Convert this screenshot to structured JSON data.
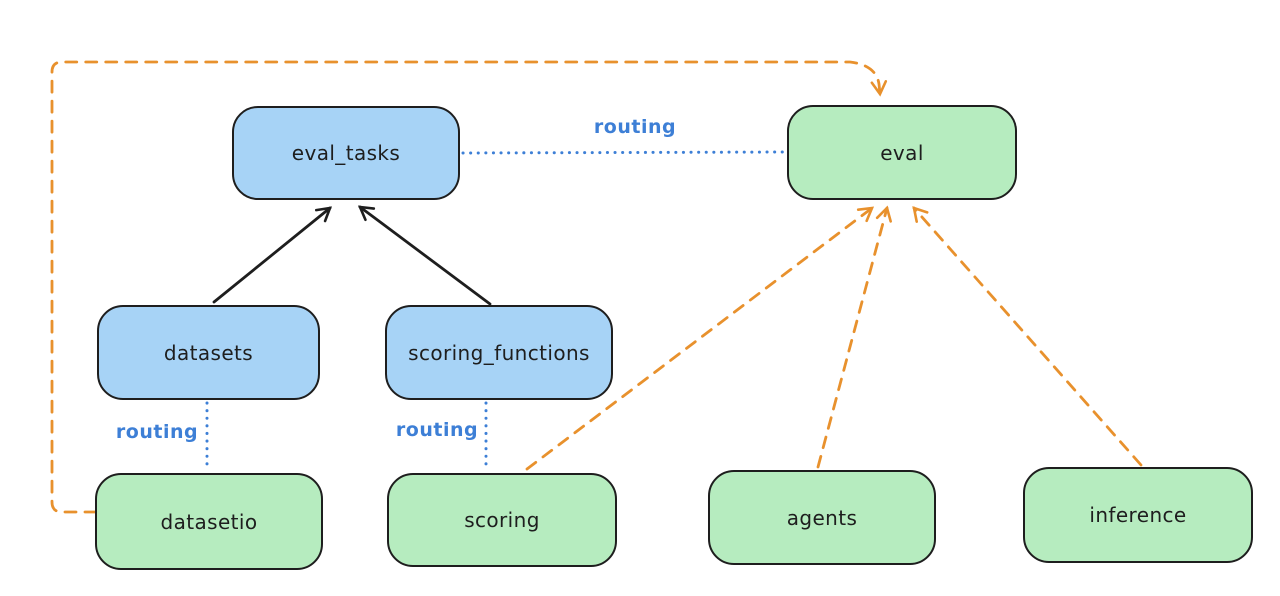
{
  "diagram": {
    "background": "#ffffff",
    "colors": {
      "blue_node_fill": "#a7d3f6",
      "green_node_fill": "#b6ecbf",
      "node_stroke": "#1e1e1e",
      "routing_blue": "#3d7fd6",
      "orange_dash": "#e8912d",
      "black_arrow": "#1e1e1e"
    },
    "nodes": [
      {
        "id": "eval_tasks",
        "label": "eval_tasks",
        "kind": "blue"
      },
      {
        "id": "eval",
        "label": "eval",
        "kind": "green"
      },
      {
        "id": "datasets",
        "label": "datasets",
        "kind": "blue"
      },
      {
        "id": "scoring_functions",
        "label": "scoring_functions",
        "kind": "blue"
      },
      {
        "id": "datasetio",
        "label": "datasetio",
        "kind": "green"
      },
      {
        "id": "scoring",
        "label": "scoring",
        "kind": "green"
      },
      {
        "id": "agents",
        "label": "agents",
        "kind": "green"
      },
      {
        "id": "inference",
        "label": "inference",
        "kind": "green"
      }
    ],
    "edges": [
      {
        "from": "datasets",
        "to": "eval_tasks",
        "style": "solid-black-arrow",
        "label": ""
      },
      {
        "from": "scoring_functions",
        "to": "eval_tasks",
        "style": "solid-black-arrow",
        "label": ""
      },
      {
        "from": "eval_tasks",
        "to": "eval",
        "style": "dotted-blue",
        "label": "routing"
      },
      {
        "from": "datasets",
        "to": "datasetio",
        "style": "dotted-blue",
        "label": "routing"
      },
      {
        "from": "scoring_functions",
        "to": "scoring",
        "style": "dotted-blue",
        "label": "routing"
      },
      {
        "from": "datasetio",
        "to": "eval",
        "style": "dashed-orange-arrow",
        "label": ""
      },
      {
        "from": "scoring",
        "to": "eval",
        "style": "dashed-orange-arrow",
        "label": ""
      },
      {
        "from": "agents",
        "to": "eval",
        "style": "dashed-orange-arrow",
        "label": ""
      },
      {
        "from": "inference",
        "to": "eval",
        "style": "dashed-orange-arrow",
        "label": ""
      }
    ]
  }
}
